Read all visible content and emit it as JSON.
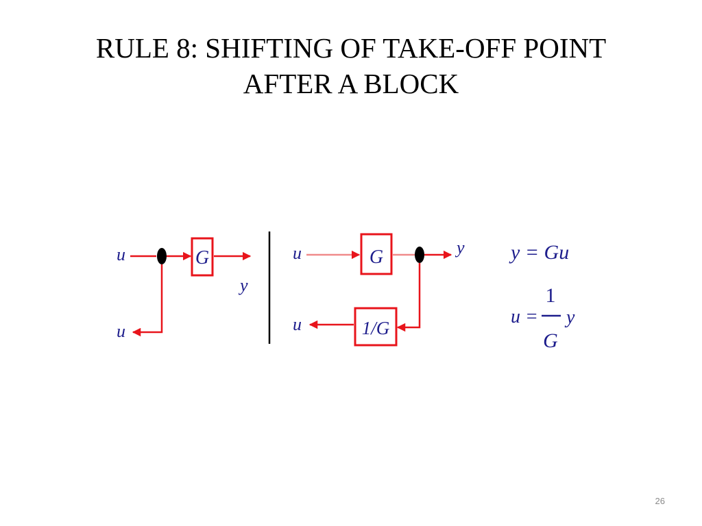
{
  "slide": {
    "title_line1": "RULE 8: SHIFTING OF TAKE-OFF POINT",
    "title_line2": "AFTER A BLOCK",
    "number": "26"
  },
  "before": {
    "input_label": "u",
    "block_label": "G",
    "output_label": "y",
    "takeoff_label": "u"
  },
  "after": {
    "input_label": "u",
    "block_label": "G",
    "output_label": "y",
    "inverse_block_label": "1/G",
    "takeoff_label": "u"
  },
  "equations": {
    "eq1": "y = Gu",
    "eq2_lhs": "u =",
    "eq2_num": "1",
    "eq2_den": "G",
    "eq2_rhs": "y"
  },
  "colors": {
    "signal": "#e8141b",
    "label": "#1d1d8c",
    "divider": "#000000"
  }
}
